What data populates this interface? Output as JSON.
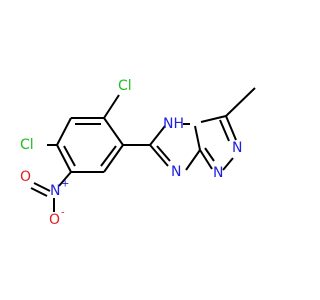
{
  "molecule": {
    "colors": {
      "bond": "#000000",
      "chlorine": "#1fbf1f",
      "nitrogen": "#2020e0",
      "oxygen": "#e02020"
    },
    "atoms": {
      "cl_top": "Cl",
      "cl_left": "Cl",
      "n_nitro": "N",
      "n_nitro_charge": "+",
      "o_double": "O",
      "o_single": "O",
      "o_single_charge": "-",
      "nh": "NH",
      "n_upper_right": "N",
      "n_lower_right": "N",
      "n_bottom": "N"
    }
  }
}
